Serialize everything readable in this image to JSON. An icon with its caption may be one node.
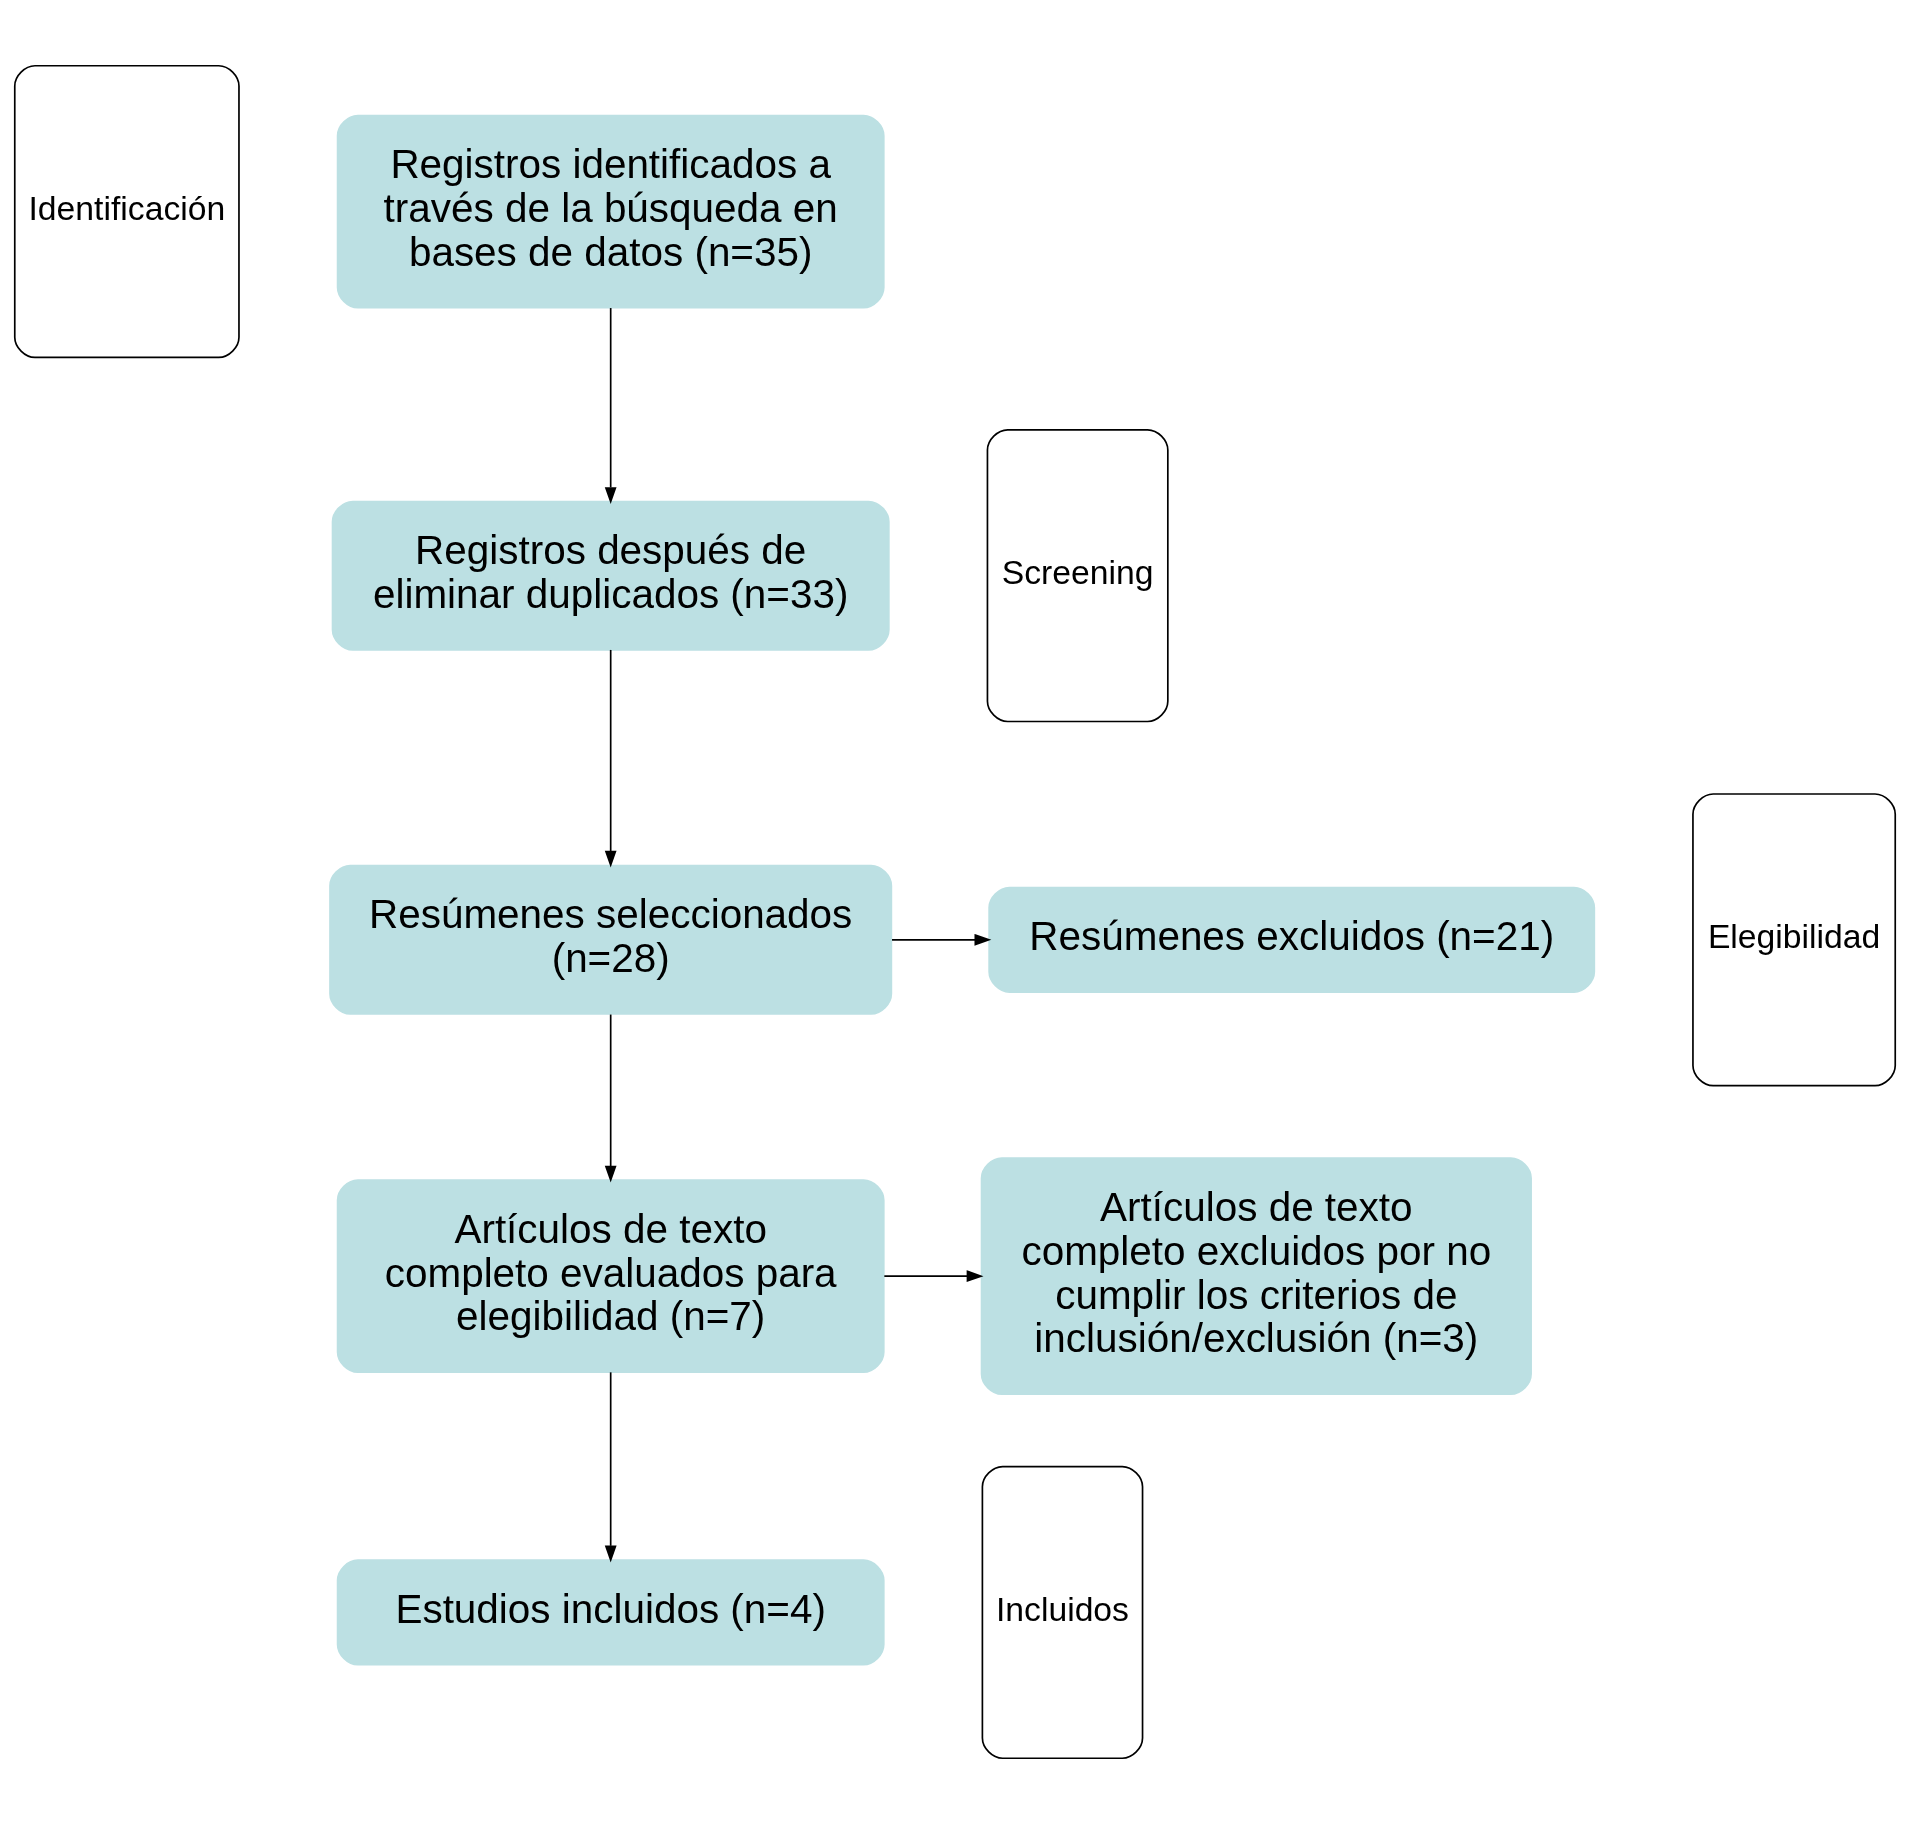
{
  "diagram": {
    "nodes": [
      {
        "text": [
          "Identificación"
        ]
      },
      {
        "text": [
          "Registros identificados a través de la búsqueda en bases de datos (n=35)"
        ]
      },
      {
        "text": [
          "Screening"
        ]
      },
      {
        "text": [
          "Registros después de eliminar duplicados (n=33)"
        ]
      },
      {
        "text": [
          "Elegibilidad"
        ]
      },
      {
        "text": [
          "Resúmenes seleccionados (n=28)"
        ]
      },
      {
        "text": [
          "Resúmenes excluidos (n=21)"
        ]
      },
      {
        "text": [
          "Artículos de texto completo evaluados para elegibilidad (n=7)"
        ]
      },
      {
        "text": [
          "Artículos de texto completo excluidos por no cumplir los criterios de inclusión/exclusión (n=3)"
        ]
      },
      {
        "text": [
          "Incluidos"
        ]
      },
      {
        "text": [
          "Estudios incluidos (n=4)"
        ]
      }
    ],
    "edges": [
      {
        "from": 1,
        "to": 3,
        "arrow": "to"
      },
      {
        "from": 3,
        "to": 5,
        "arrow": "to"
      },
      {
        "from": 5,
        "to": 6,
        "arrow": "to"
      },
      {
        "from": 5,
        "to": 7,
        "arrow": "to"
      },
      {
        "from": 7,
        "to": 8,
        "arrow": "to"
      },
      {
        "from": 7,
        "to": 10,
        "arrow": "to"
      }
    ]
  }
}
